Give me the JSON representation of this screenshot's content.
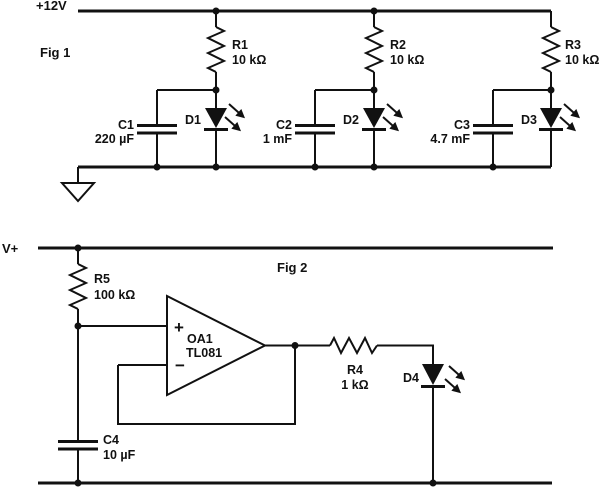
{
  "colors": {
    "ink": "#111111",
    "background": "#ffffff"
  },
  "figure1": {
    "title": "Fig 1",
    "supply": "+12V",
    "resistors": [
      {
        "ref": "R1",
        "value": "10 kΩ"
      },
      {
        "ref": "R2",
        "value": "10 kΩ"
      },
      {
        "ref": "R3",
        "value": "10 kΩ"
      }
    ],
    "capacitors": [
      {
        "ref": "C1",
        "value": "220 µF"
      },
      {
        "ref": "C2",
        "value": "1 mF"
      },
      {
        "ref": "C3",
        "value": "4.7 mF"
      }
    ],
    "leds": [
      {
        "ref": "D1"
      },
      {
        "ref": "D2"
      },
      {
        "ref": "D3"
      }
    ]
  },
  "figure2": {
    "title": "Fig 2",
    "supply": "V+",
    "resistors": [
      {
        "ref": "R5",
        "value": "100 kΩ"
      },
      {
        "ref": "R4",
        "value": "1 kΩ"
      }
    ],
    "capacitor": {
      "ref": "C4",
      "value": "10 µF"
    },
    "led": {
      "ref": "D4"
    },
    "opamp": {
      "ref": "OA1",
      "part": "TL081",
      "plus": "+",
      "minus": "−"
    }
  }
}
